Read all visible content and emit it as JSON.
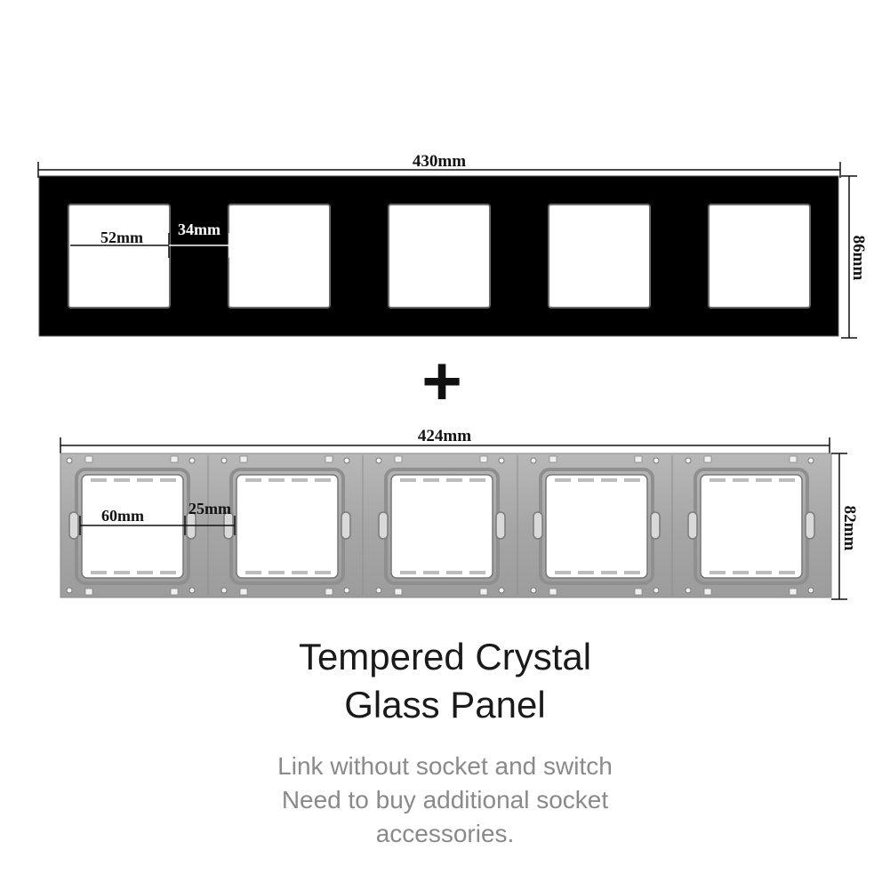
{
  "glass_panel": {
    "width_label": "430mm",
    "height_label": "86mm",
    "opening_label": "52mm",
    "gap_label": "34mm",
    "color": "#000000"
  },
  "plus_sign": "+",
  "metal_frame": {
    "width_label": "424mm",
    "height_label": "82mm",
    "opening_label": "60mm",
    "gap_label": "25mm",
    "color": "#a9a9a9"
  },
  "heading": {
    "line1": "Tempered Crystal",
    "line2": "Glass Panel"
  },
  "notes": {
    "line1": "Link without socket and switch",
    "line2": "Need to buy additional socket",
    "line3": "accessories."
  }
}
